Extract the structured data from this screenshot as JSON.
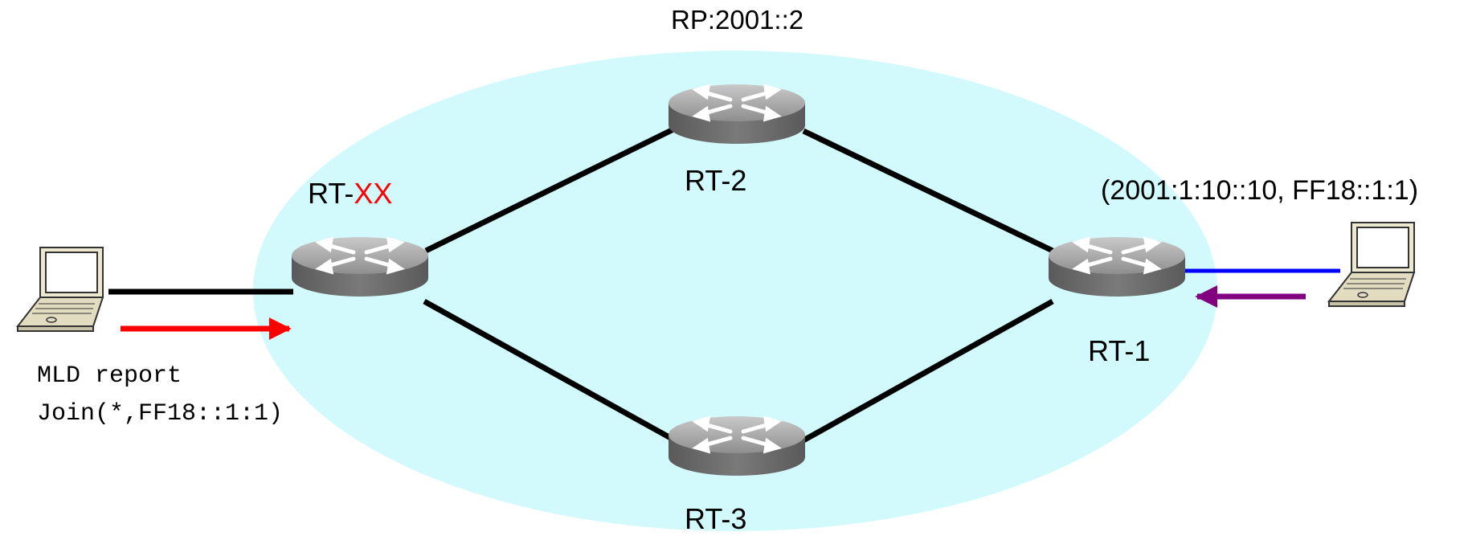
{
  "labels": {
    "rp": "RP:2001::2",
    "rt_xx_prefix": "RT-",
    "rt_xx_suffix": "XX",
    "rt2": "RT-2",
    "rt3": "RT-3",
    "rt1": "RT-1",
    "source_group": "(2001:1:10::10, FF18::1:1)",
    "mld_line1": "MLD report",
    "mld_line2": "Join(*,FF18::1:1)"
  },
  "colors": {
    "domain_fill": "#d2fafc",
    "link": "#000000",
    "red_highlight": "#ff0000",
    "report_arrow": "#ff0000",
    "source_link": "#0000ff",
    "source_arrow": "#800080",
    "router_body": "#6e6e6e",
    "router_top": "#a9a9a9"
  }
}
